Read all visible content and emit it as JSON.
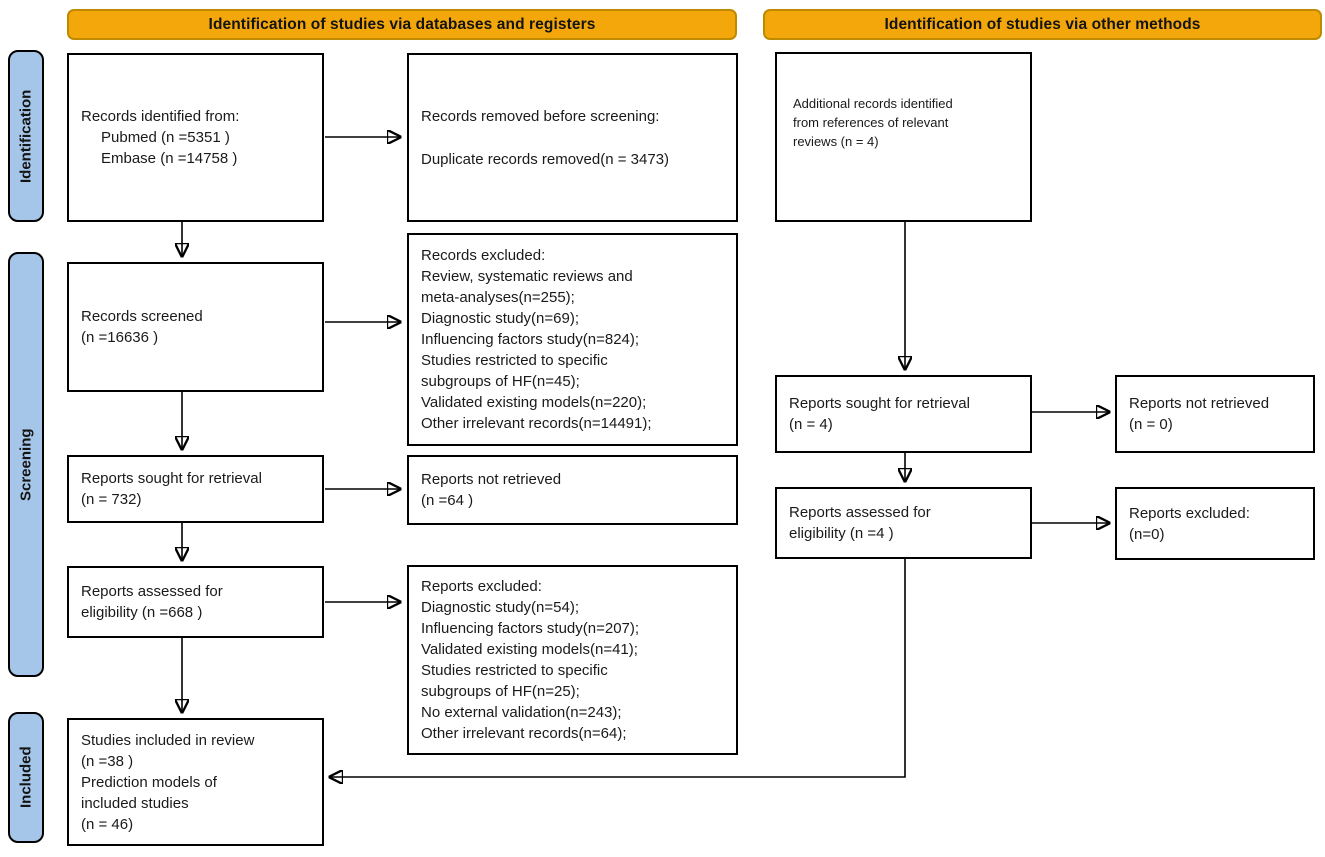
{
  "headers": {
    "left": "Identification of studies via databases and registers",
    "right": "Identification of studies via other methods"
  },
  "stages": {
    "identification": "Identification",
    "screening": "Screening",
    "included": "Included"
  },
  "colors": {
    "header_fill": "#F3A70A",
    "header_border": "#BE8A00",
    "stage_fill": "#A5C6E8",
    "box_border": "#000000",
    "arrow": "#000000"
  },
  "boxes": {
    "records_identified": {
      "lines": [
        "Records identified from:",
        "Pubmed (n =5351 )",
        "Embase (n =14758 )"
      ]
    },
    "records_removed": {
      "lines": [
        "Records removed before screening:",
        "Duplicate records removed(n = 3473)"
      ]
    },
    "additional_records": {
      "lines": [
        "Additional records identified",
        "from references of relevant",
        "reviews (n = 4)"
      ]
    },
    "records_screened": {
      "lines": [
        "Records screened",
        "(n =16636 )"
      ]
    },
    "records_excluded": {
      "lines": [
        "Records excluded:",
        "Review, systematic reviews and",
        "meta-analyses(n=255);",
        "Diagnostic study(n=69);",
        "Influencing factors study(n=824);",
        "Studies restricted to specific",
        "subgroups of HF(n=45);",
        "Validated existing models(n=220);",
        "Other irrelevant records(n=14491);"
      ]
    },
    "reports_sought": {
      "lines": [
        "Reports sought for retrieval",
        "(n = 732)"
      ]
    },
    "reports_not_retrieved": {
      "lines": [
        "Reports not retrieved",
        "(n =64 )"
      ]
    },
    "reports_assessed": {
      "lines": [
        "Reports assessed for",
        "eligibility (n =668 )"
      ]
    },
    "reports_excluded": {
      "lines": [
        "Reports excluded:",
        "Diagnostic study(n=54);",
        "Influencing factors study(n=207);",
        "Validated existing models(n=41);",
        "Studies restricted to specific",
        "subgroups of HF(n=25);",
        "No external validation(n=243);",
        "Other irrelevant records(n=64);"
      ]
    },
    "studies_included": {
      "lines": [
        "Studies included in review",
        "(n =38 )",
        "Prediction models of",
        "included studies",
        "(n = 46)"
      ]
    },
    "reports_sought_other": {
      "lines": [
        "Reports sought for retrieval",
        "(n = 4)"
      ]
    },
    "reports_not_retrieved_other": {
      "lines": [
        "Reports not retrieved",
        "(n = 0)"
      ]
    },
    "reports_assessed_other": {
      "lines": [
        "Reports assessed for",
        "eligibility (n =4 )"
      ]
    },
    "reports_excluded_other": {
      "lines": [
        "Reports excluded:",
        "(n=0)"
      ]
    }
  }
}
